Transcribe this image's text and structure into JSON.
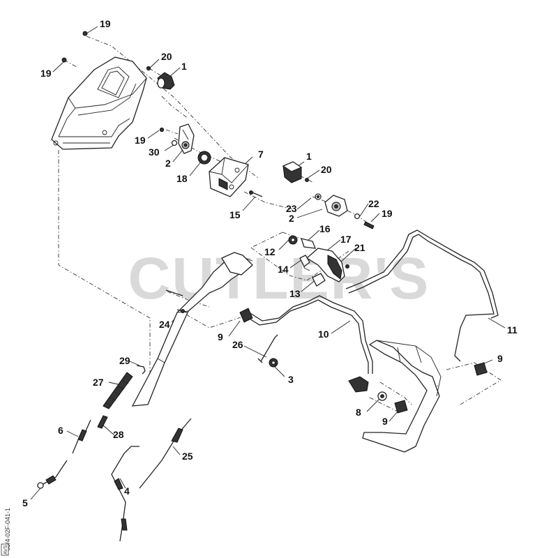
{
  "watermark": "CUTLER'S",
  "side_code": "63/4-02F-041-1",
  "side_box": "AVS",
  "callouts": {
    "c1a": "1",
    "c1b": "1",
    "c2a": "2",
    "c2b": "2",
    "c3": "3",
    "c4": "4",
    "c5": "5",
    "c6": "6",
    "c7": "7",
    "c8": "8",
    "c9a": "9",
    "c9b": "9",
    "c9c": "9",
    "c10": "10",
    "c11": "11",
    "c12": "12",
    "c13": "13",
    "c14": "14",
    "c15": "15",
    "c16": "16",
    "c17": "17",
    "c18": "18",
    "c19a": "19",
    "c19b": "19",
    "c19c": "19",
    "c19d": "19",
    "c20a": "20",
    "c20b": "20",
    "c21": "21",
    "c22": "22",
    "c23": "23",
    "c24": "24",
    "c25": "25",
    "c26": "26",
    "c27": "27",
    "c28": "28",
    "c29": "29",
    "c30": "30"
  }
}
